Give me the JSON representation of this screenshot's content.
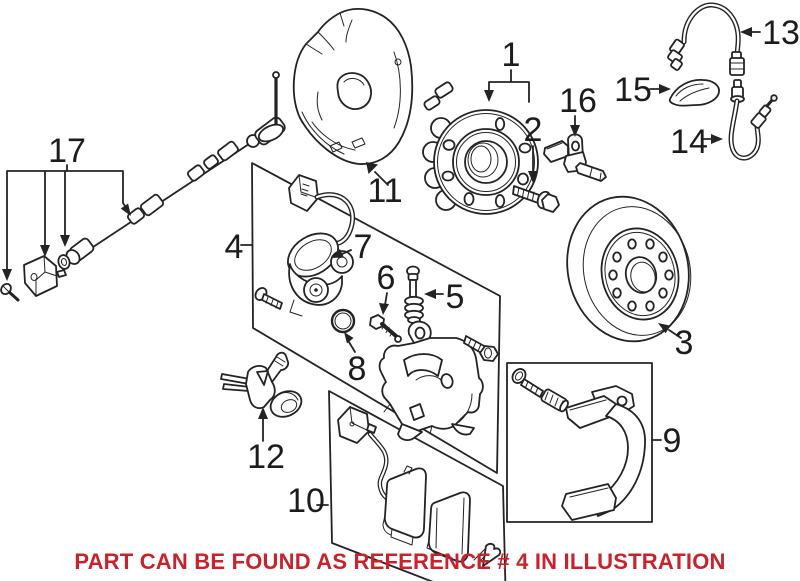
{
  "diagram": {
    "colors": {
      "background": "#ffffff",
      "line": "#232323",
      "label": "#1c1c1c",
      "caption": "#c8232c"
    },
    "callouts": [
      {
        "label": "1"
      },
      {
        "label": "2"
      },
      {
        "label": "3"
      },
      {
        "label": "4"
      },
      {
        "label": "5"
      },
      {
        "label": "6"
      },
      {
        "label": "7"
      },
      {
        "label": "8"
      },
      {
        "label": "9"
      },
      {
        "label": "10"
      },
      {
        "label": "11"
      },
      {
        "label": "12"
      },
      {
        "label": "13"
      },
      {
        "label": "14"
      },
      {
        "label": "15"
      },
      {
        "label": "16"
      },
      {
        "label": "17"
      }
    ],
    "caption": {
      "text": "PART CAN BE FOUND AS REFERENCE # 4 IN ILLUSTRATION"
    }
  }
}
